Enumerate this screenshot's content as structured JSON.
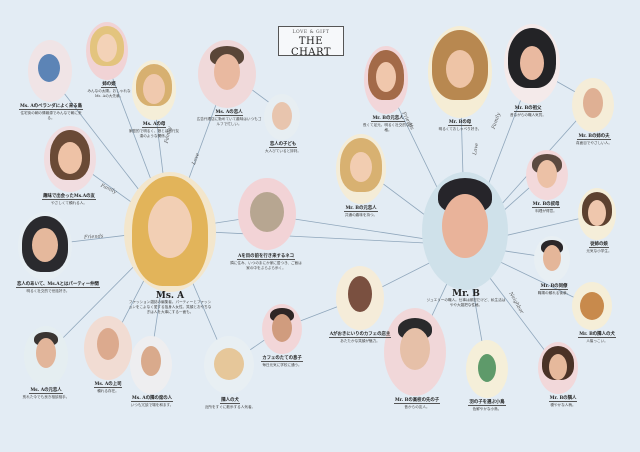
{
  "title": {
    "small": "LOVE & GIFT",
    "main": "THE CHART"
  },
  "colors": {
    "background": "#e3ecf4",
    "lines": "#8fa6bb"
  },
  "people": {
    "a": {
      "name": "Ms. A",
      "desc": "ファッション雑誌の編集者。パーティーとファッションをこよなく愛する独身人女性。笑顔とおやちなぎは人を大事にする一面も。"
    },
    "b": {
      "name": "Mr. B",
      "desc": "ジュエリーの職人。仕事は緻密だけど、私生活はやや大雑把な性格。"
    },
    "a_mother": {
      "name": "Ms. Aの母",
      "desc": "家庭的で明るく、娘とは旅行友達のような関係。"
    },
    "a_sister": {
      "name": "姉の姫",
      "desc": "みんなの太陽。おしゃれな Ms. Aの大先輩。"
    },
    "a_bird": {
      "name": "Ms. Aのベランダによく来る鳥",
      "desc": "住宅街の朝の情報源でみんなで朝に来る。"
    },
    "a_lover": {
      "name": "Ms. Aの恋人",
      "desc": "広告代理店に勤めていて趣味はいつもゴルフで忙しい。"
    },
    "lover_son": {
      "name": "恋人の子ども",
      "desc": "大人びていると評判。"
    },
    "a_friend1": {
      "name": "趣味で出会ったMs.Aの友",
      "desc": "やさしくて頼れる人。"
    },
    "a_friend2": {
      "name": "恋人のあいて、Ms.Aとはパーティー仲間",
      "desc": "明るく社交的で世話好き。"
    },
    "cat": {
      "name": "Aを目の前を行き来するネコ",
      "desc": "隣に住み、いつのまにか家に居つき、ご飯は家の中をぶらぶら歩く。"
    },
    "cafe": {
      "name": "Aがおきにいりのカフェの店主",
      "desc": "あたたかな笑顔が魅力。"
    },
    "cafe_son": {
      "name": "カフェのたての息子",
      "desc": "毎日元気に学校に通う。"
    },
    "dog_a": {
      "name": "隣人の犬",
      "desc": "近所をすぐに散歩する人気者。"
    },
    "a_boss": {
      "name": "Ms. Aの上司",
      "desc": "頼れる存在。"
    },
    "a_uncle": {
      "name": "Ms. Aの元恋人",
      "desc": "別れた今でも良き相談相手。"
    },
    "a_coworker": {
      "name": "Ms. Aの隣の席の人",
      "desc": "いつも冗談で場を和ます。"
    },
    "b_lover": {
      "name": "Mr. Bの元恋人",
      "desc": "長くて足元。明るく社交的な性格。"
    },
    "b_mother": {
      "name": "Mr. Bの母",
      "desc": "明るくておしゃべり好き。"
    },
    "b_father": {
      "name": "Mr. Bの祖父",
      "desc": "昔ながらの職人気質。"
    },
    "b_sister": {
      "name": "Mr. Bの姉の夫",
      "desc": "真面目でやさしい人。"
    },
    "b_friend": {
      "name": "Mr. Bの元恋人",
      "desc": "共通の趣味を持つ。"
    },
    "b_aunt": {
      "name": "Mr. Bの叔母",
      "desc": "料理が得意。"
    },
    "b_cousin": {
      "name": "従姉の娘",
      "desc": "元気な小学生。"
    },
    "b_nephew": {
      "name": "Mr. Bの同僚",
      "desc": "職場の頼れる後輩。"
    },
    "b_dog": {
      "name": "Mr. Bの隣人の犬",
      "desc": "人懐っこい。"
    },
    "b_neighbor": {
      "name": "Mr. Bの隣人",
      "desc": "穏やかな人柄。"
    },
    "b_boy": {
      "name": "Mr. Bの高校の先の子",
      "desc": "昔からの友人。"
    },
    "bird_b": {
      "name": "羽の子を選ぶ小鳥",
      "desc": "色鮮やかな小鳥。"
    }
  },
  "relations": {
    "love_a": "Love",
    "family_a": "Family",
    "friends_a": "Friends",
    "friends_b": "Friends",
    "family_b": "Family",
    "love_b": "Love",
    "neighbor_b": "Neighbor"
  }
}
